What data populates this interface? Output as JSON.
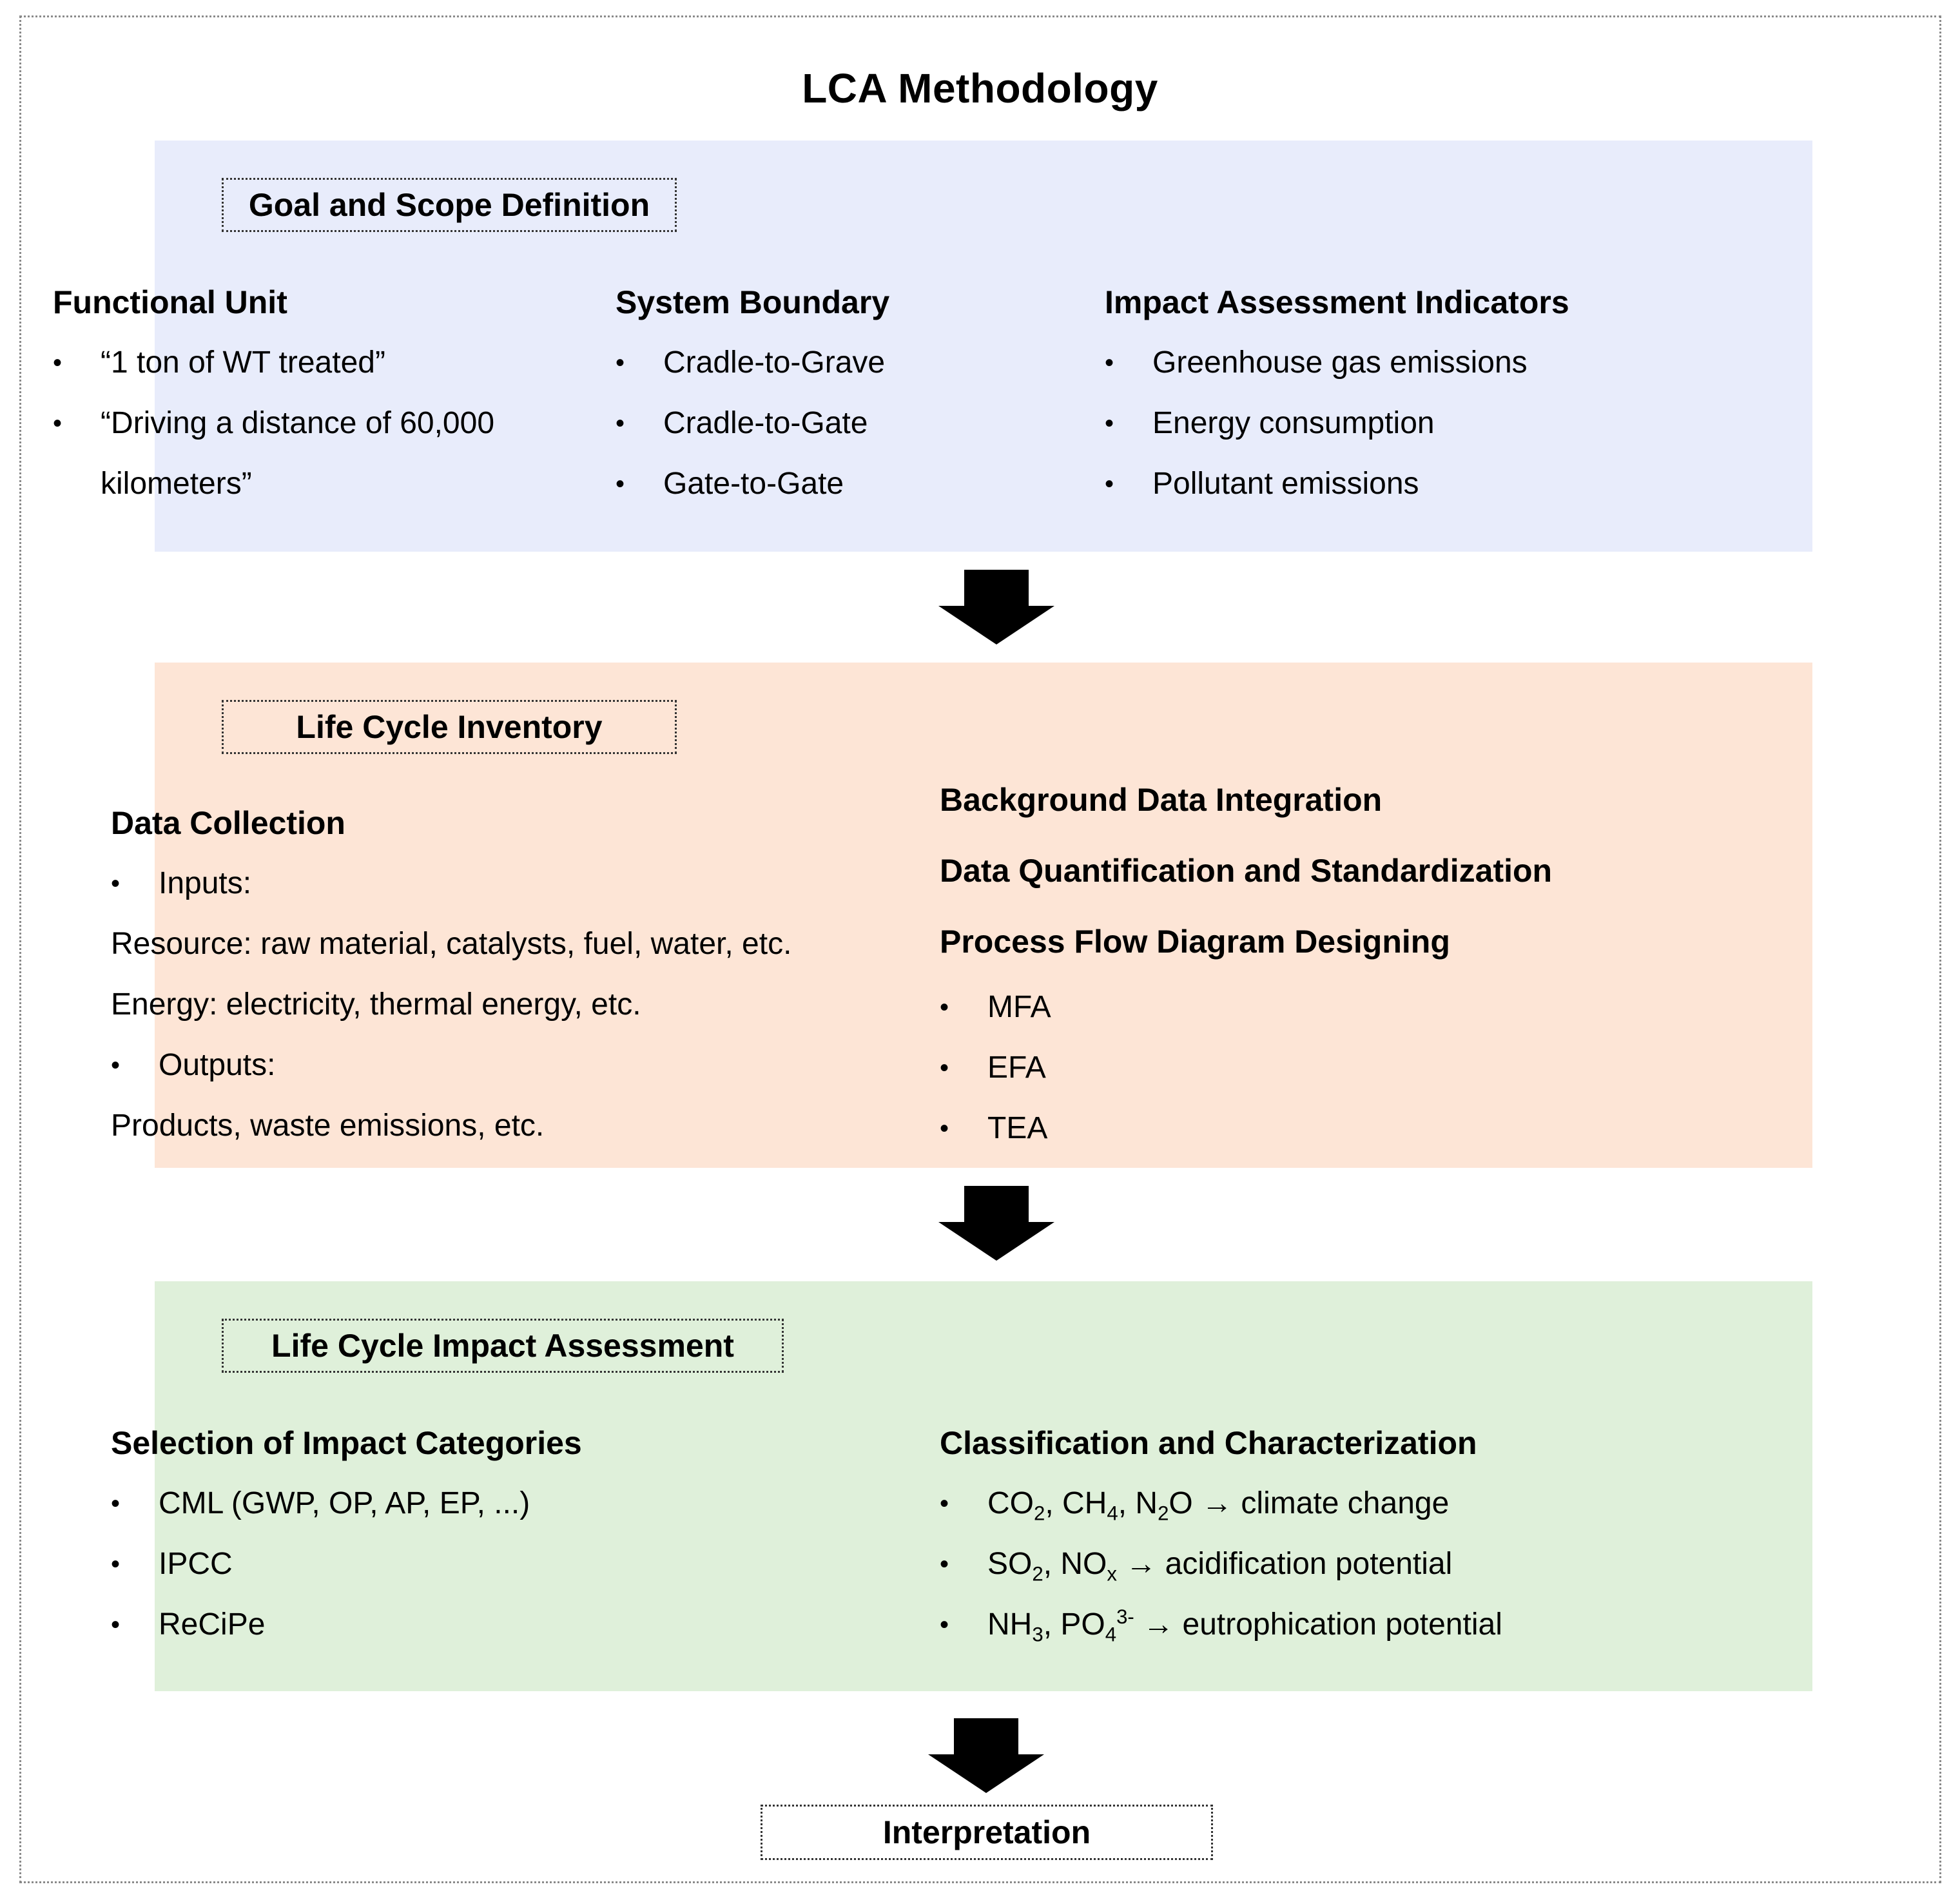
{
  "title": "LCA Methodology",
  "goal_scope": {
    "label": "Goal and Scope Definition",
    "functional_unit": {
      "heading": "Functional Unit",
      "items": [
        "“1 ton of WT treated”",
        "“Driving a distance of 60,000",
        "kilometers”"
      ]
    },
    "system_boundary": {
      "heading": "System Boundary",
      "items": [
        "Cradle-to-Grave",
        "Cradle-to-Gate",
        "Gate-to-Gate"
      ]
    },
    "impact_indicators": {
      "heading": "Impact Assessment Indicators",
      "items": [
        "Greenhouse gas emissions",
        "Energy consumption",
        "Pollutant emissions"
      ]
    }
  },
  "lci": {
    "label": "Life Cycle Inventory",
    "data_collection": {
      "heading": "Data Collection",
      "inputs_label": "Inputs:",
      "resource_line": "Resource: raw material, catalysts, fuel, water, etc.",
      "energy_line": "Energy: electricity, thermal energy, etc.",
      "outputs_label": "Outputs:",
      "products_line": "Products, waste emissions, etc."
    },
    "background_heading": "Background Data Integration",
    "quantification_heading": "Data Quantification and Standardization",
    "pfd_heading": "Process Flow Diagram Designing",
    "pfd_items": [
      "MFA",
      "EFA",
      "TEA"
    ]
  },
  "lcia": {
    "label": "Life Cycle Impact Assessment",
    "selection": {
      "heading": "Selection of Impact Categories",
      "items": [
        "CML (GWP, OP, AP, EP, ...)",
        "IPCC",
        "ReCiPe"
      ]
    },
    "classification": {
      "heading": "Classification and Characterization",
      "climate_text": "→ climate change",
      "acid_text": "→ acidification potential",
      "eutro_text": "→ eutrophication potential"
    }
  },
  "interpretation": "Interpretation"
}
